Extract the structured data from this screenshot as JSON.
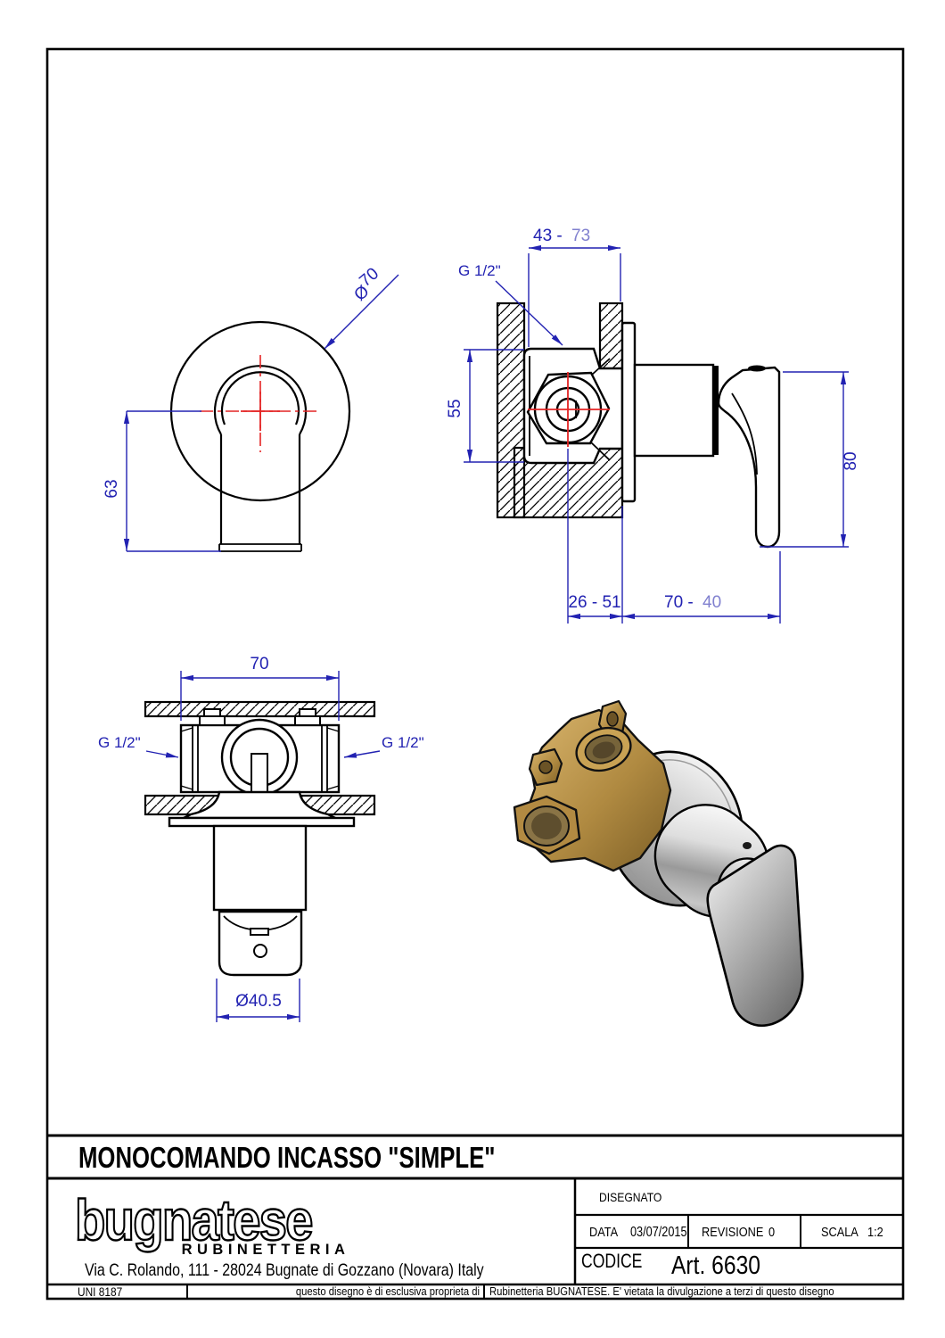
{
  "title_row": {
    "title": "MONOCOMANDO INCASSO \"SIMPLE\""
  },
  "brand": {
    "logo": "bugnatese",
    "division": "RUBINETTERIA",
    "address": "Via C. Rolando, 111 - 28024 Bugnate di Gozzano (Novara) Italy"
  },
  "title_block": {
    "disegnato_label": "DISEGNATO",
    "data_label": "DATA",
    "data_value": "03/07/2015",
    "revisione_label": "REVISIONE",
    "revisione_value": "0",
    "scala_label": "SCALA",
    "scala_value": "1:2",
    "codice_label": "CODICE",
    "codice_value": "Art. 6630",
    "norm": "UNI 8187",
    "note_left": "questo disegno è di esclusiva proprieta di",
    "note_right": "Rubinetteria BUGNATESE. E' vietata la divulgazione a terzi di questo disegno"
  },
  "views": {
    "front": {
      "dim_height": "63",
      "dia_symbol": "Ø",
      "dia_value": "70"
    },
    "side": {
      "dim_depth_fixed": "43 - ",
      "dim_depth_var": "73",
      "thread_label": "G 1/2\"",
      "dim_center": "55",
      "dim_handle": "80",
      "dim_wall_range": "26 - 51",
      "dim_out_fixed": "70 - ",
      "dim_out_var": "40"
    },
    "section": {
      "dim_width": "70",
      "thread_left": "G 1/2\"",
      "thread_right": "G 1/2\"",
      "dim_cap_dia": "Ø40.5"
    }
  },
  "colors": {
    "dimension": "#2222b2",
    "dimension_light": "#8080cf",
    "centerline": "#e42525",
    "line": "#000000",
    "brass": "#b9924c",
    "chrome": "#c9c9c9"
  }
}
